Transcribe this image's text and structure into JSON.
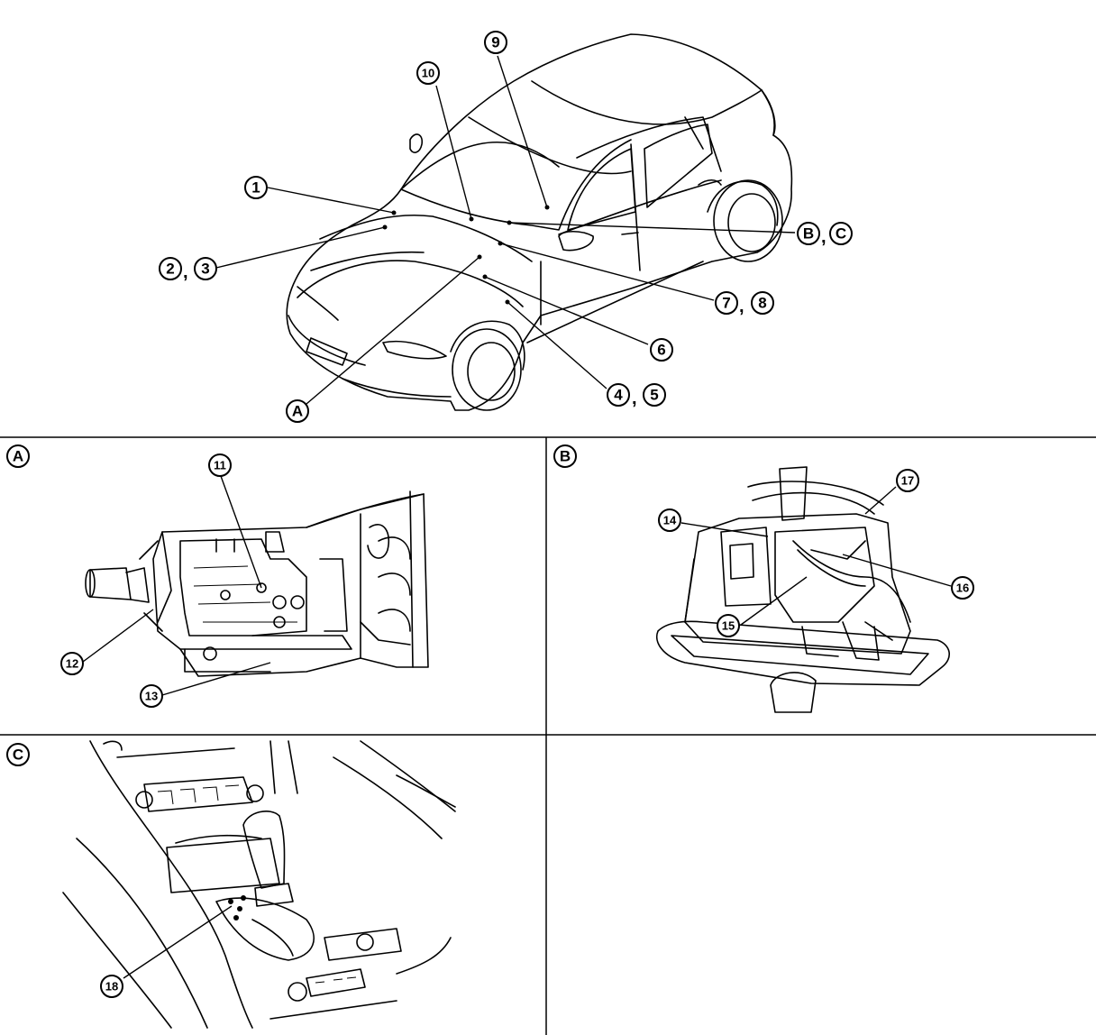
{
  "overview": {
    "callouts": [
      {
        "id": "c1",
        "label": "1"
      },
      {
        "id": "c2",
        "label": "2"
      },
      {
        "id": "c3",
        "label": "3"
      },
      {
        "id": "c4",
        "label": "4"
      },
      {
        "id": "c5",
        "label": "5"
      },
      {
        "id": "c6",
        "label": "6"
      },
      {
        "id": "c7",
        "label": "7"
      },
      {
        "id": "c8",
        "label": "8"
      },
      {
        "id": "c9",
        "label": "9"
      },
      {
        "id": "c10",
        "label": "10"
      },
      {
        "id": "cA",
        "label": "A"
      },
      {
        "id": "cB",
        "label": "B"
      },
      {
        "id": "cC",
        "label": "C"
      }
    ],
    "separator": ","
  },
  "panel_a": {
    "title": "A",
    "callouts": [
      "11",
      "12",
      "13"
    ]
  },
  "panel_b": {
    "title": "B",
    "callouts": [
      "14",
      "15",
      "16",
      "17"
    ]
  },
  "panel_c": {
    "title": "C",
    "callouts": [
      "18"
    ]
  }
}
